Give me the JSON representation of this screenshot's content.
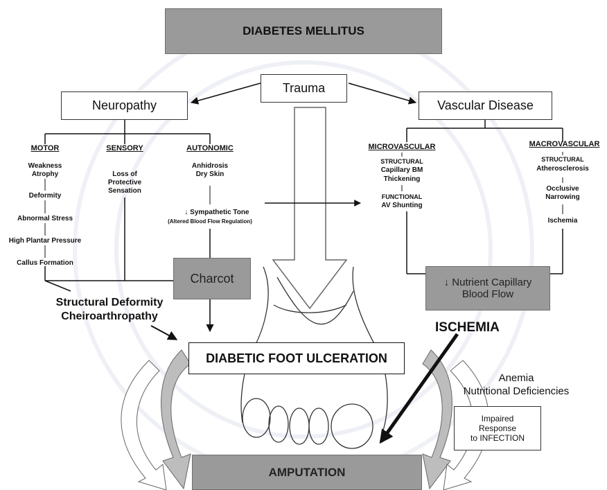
{
  "title": "DIABETES MELLITUS",
  "trauma": "Trauma",
  "neuropathy": "Neuropathy",
  "vascular_disease": "Vascular Disease",
  "motor": {
    "header": "MOTOR",
    "items": [
      "Weakness",
      "Atrophy",
      "Deformity",
      "Abnormal Stress",
      "High Plantar Pressure",
      "Callus Formation"
    ]
  },
  "sensory": {
    "header": "SENSORY",
    "items": [
      "Loss of",
      "Protective",
      "Sensation"
    ]
  },
  "autonomic": {
    "header": "AUTONOMIC",
    "items": [
      "Anhidrosis",
      "Dry Skin",
      "↓ Sympathetic Tone",
      "(Altered Blood Flow Regulation)"
    ]
  },
  "microvascular": {
    "header": "MICROVASCULAR",
    "items": [
      "STRUCTURAL",
      "Capillary BM",
      "Thickening",
      "FUNCTIONAL",
      "AV Shunting"
    ]
  },
  "macrovascular": {
    "header": "MACROVASCULAR",
    "items": [
      "STRUCTURAL",
      "Atherosclerosis",
      "Occlusive",
      "Narrowing",
      "Ischemia"
    ]
  },
  "charcot": "Charcot",
  "nutrient": [
    "↓ Nutrient Capillary",
    "Blood Flow"
  ],
  "structural_deformity": [
    "Structural Deformity",
    "Cheiroarthropathy"
  ],
  "ischemia": "ISCHEMIA",
  "ulceration": "DIABETIC FOOT ULCERATION",
  "anemia": [
    "Anemia",
    "Nutritional Deficiencies"
  ],
  "infection": [
    "Impaired",
    "Response",
    "to INFECTION"
  ],
  "amputation": "AMPUTATION"
}
